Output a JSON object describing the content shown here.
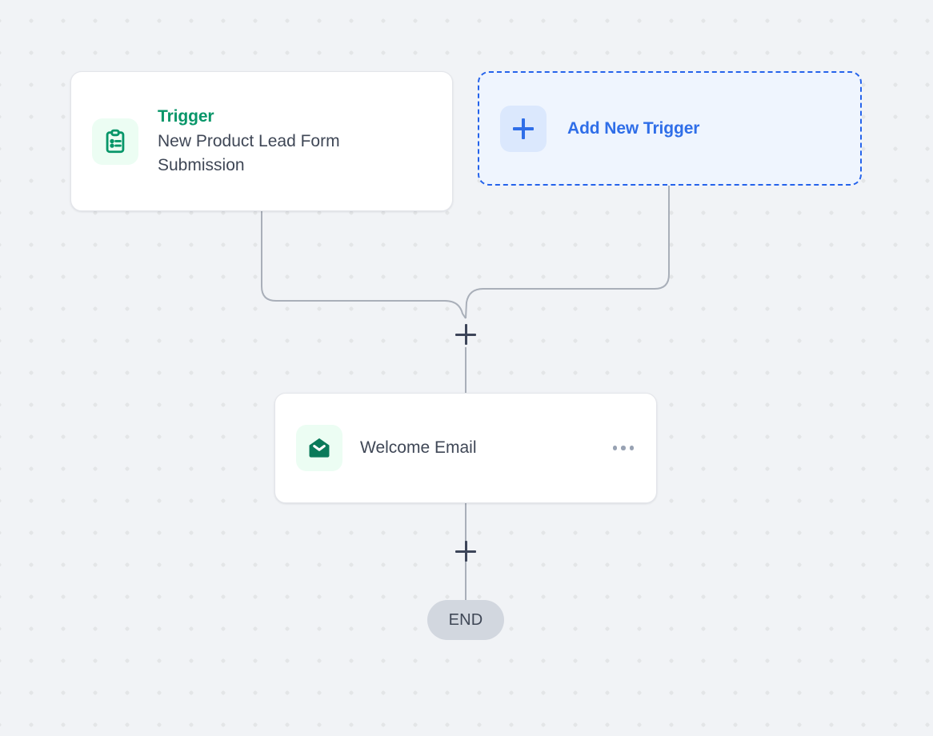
{
  "canvas": {
    "background_color": "#f1f3f6",
    "dot_color": "#e3e5e7",
    "connector_color": "#a9afb9"
  },
  "trigger_node": {
    "icon": "clipboard-list-icon",
    "icon_color": "#079669",
    "icon_background": "#ecfdf3",
    "kicker": "Trigger",
    "kicker_color": "#079669",
    "title": "New Product Lead Form Submission",
    "title_color": "#3f4756"
  },
  "add_trigger_node": {
    "icon": "plus-icon",
    "label": "Add New Trigger",
    "accent_color": "#2f6ee8",
    "border_color": "#2563eb",
    "background": "#eff5fe",
    "icon_background": "#dbe8fd"
  },
  "action_node": {
    "icon": "open-envelope-icon",
    "icon_color": "#0b7a5a",
    "icon_background": "#ecfdf3",
    "title": "Welcome Email",
    "menu": "more-options-ellipsis"
  },
  "edge_controls": [
    {
      "name": "add-step-between-trigger-and-email",
      "label": "+"
    },
    {
      "name": "add-step-after-email",
      "label": "+"
    }
  ],
  "end_node": {
    "label": "END",
    "background": "#d2d7df",
    "text_color": "#3f4756"
  }
}
